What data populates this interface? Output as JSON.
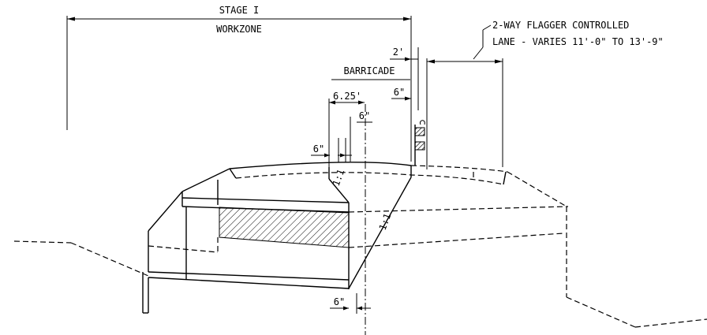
{
  "labels": {
    "stage": "STAGE I",
    "workzone": "WORKZONE",
    "barricade_width": "2'",
    "barricade": "BARRICADE",
    "lane_line1": "2-WAY FLAGGER CONTROLLED",
    "lane_line2": "LANE - VARIES 11'-0\" TO 13'-9\"",
    "barricade_offset": "6\"",
    "width_625": "6.25'",
    "inner_6in_right": "6\"",
    "inner_6in_left": "6\"",
    "slope_upper": "1:1",
    "slope_lower": "1:1",
    "bottom_6in": "6\""
  }
}
